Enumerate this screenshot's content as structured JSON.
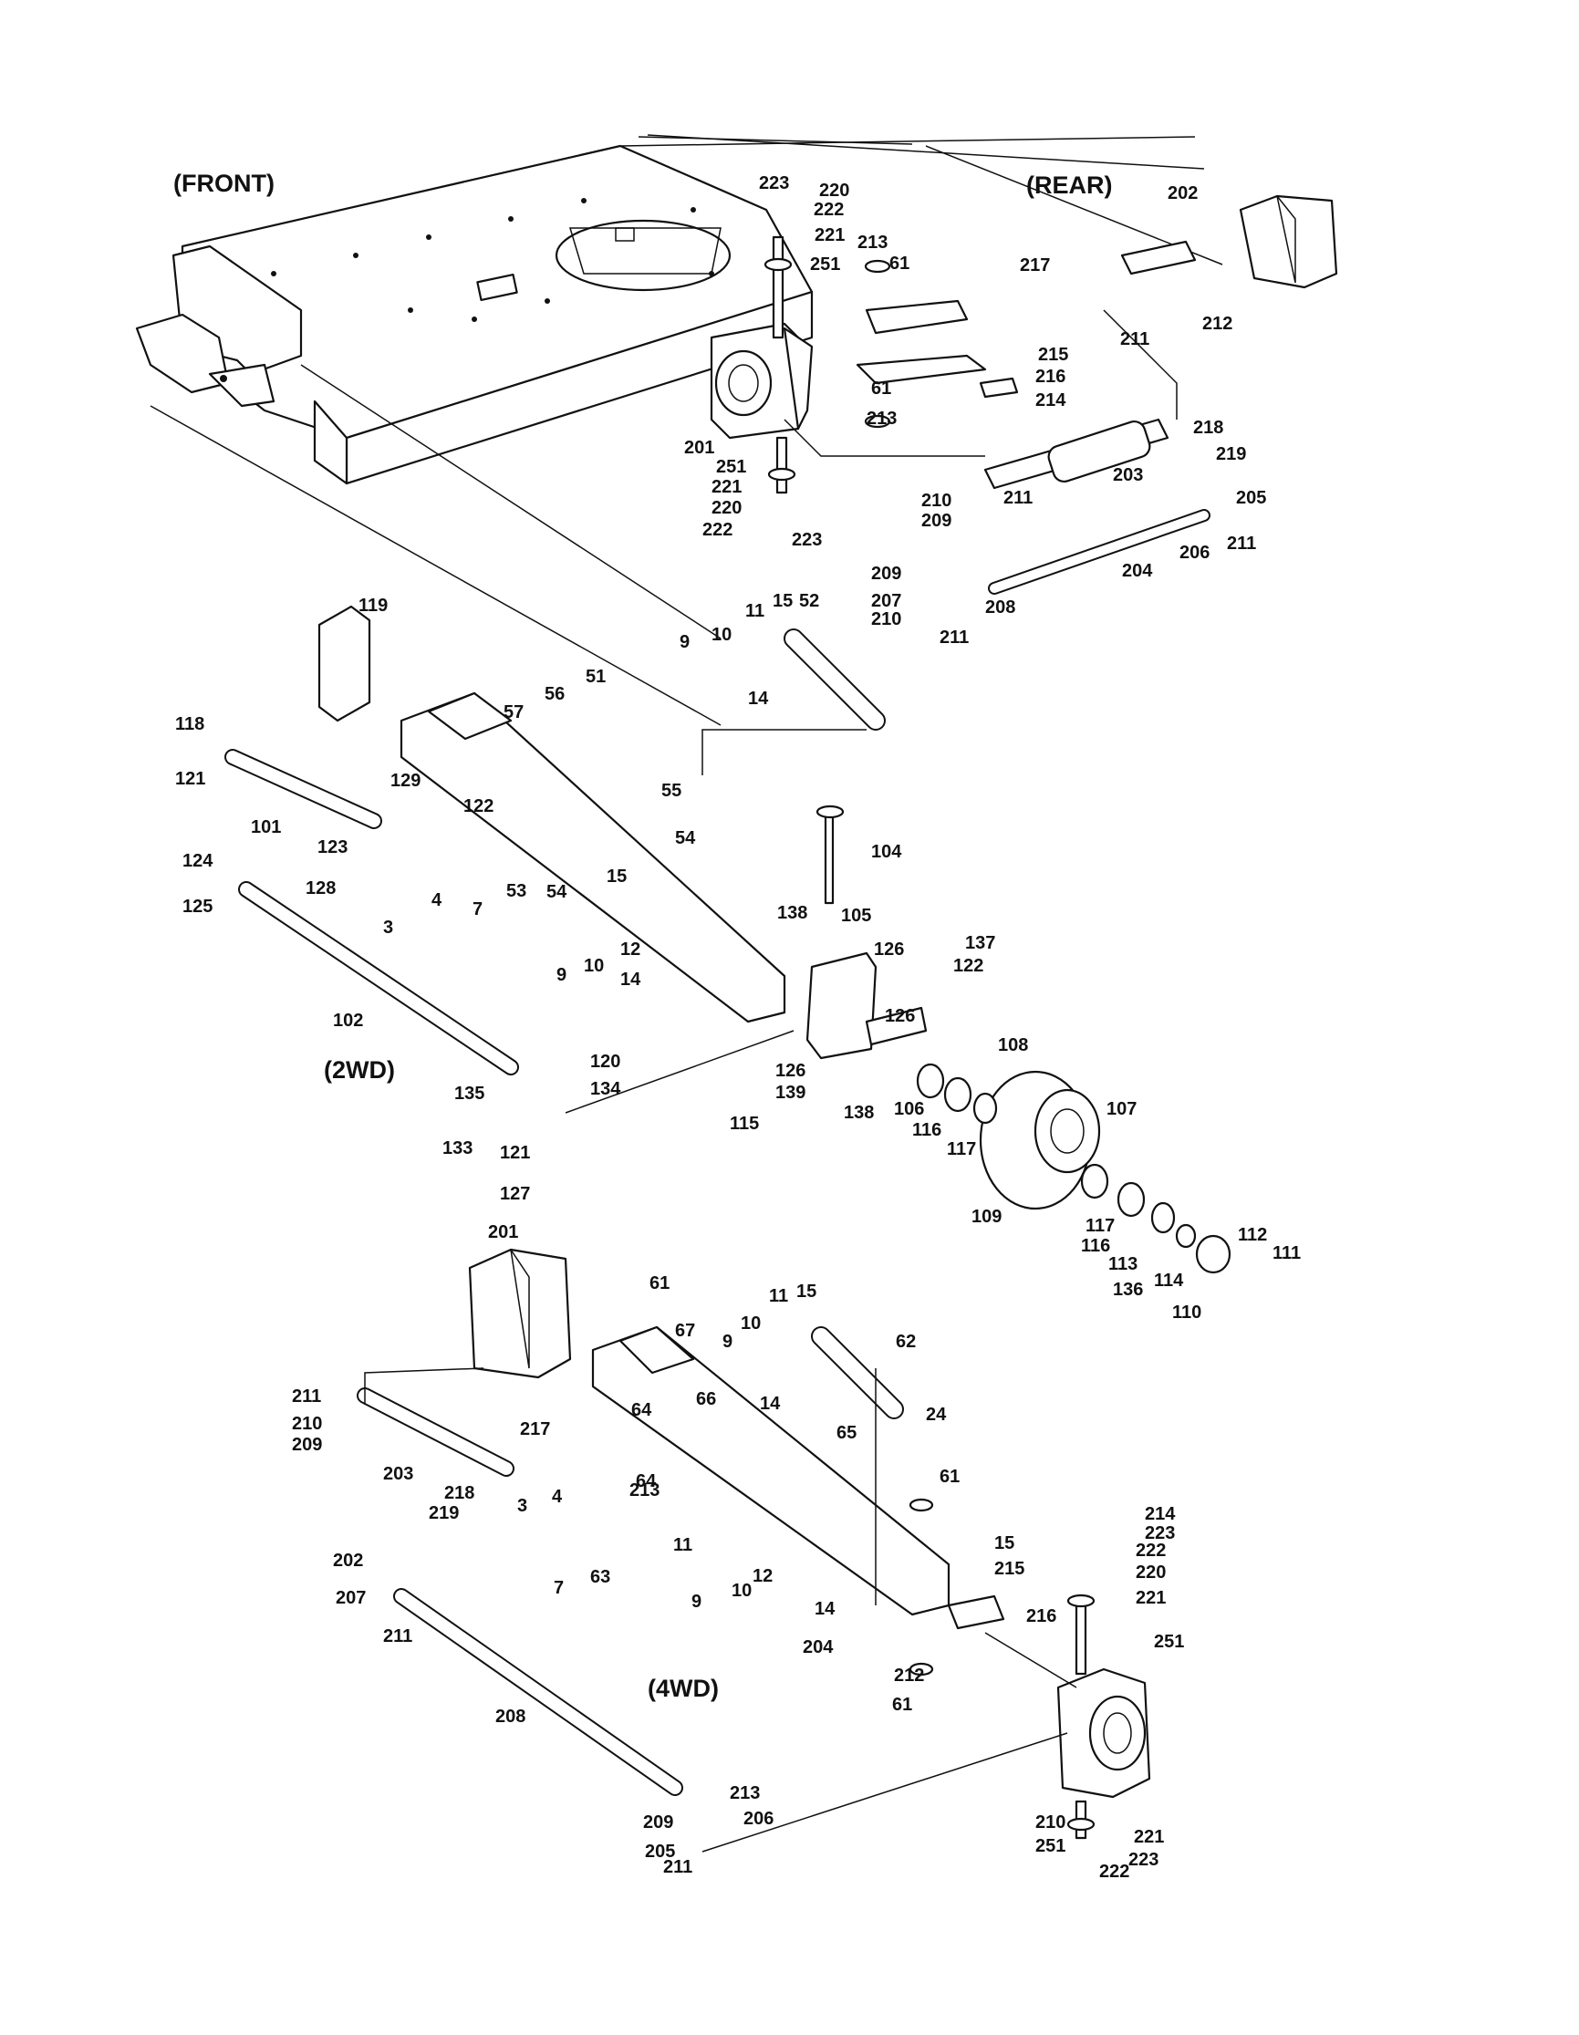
{
  "headers": {
    "front": "(FRONT)",
    "rear": "(REAR)",
    "twowd": "(2WD)",
    "fourwd": "(4WD)"
  },
  "callouts": [
    "223",
    "220",
    "222",
    "221",
    "251",
    "213",
    "61",
    "202",
    "217",
    "212",
    "211",
    "215",
    "216",
    "214",
    "61",
    "213",
    "201",
    "251",
    "221",
    "220",
    "222",
    "223",
    "218",
    "219",
    "211",
    "203",
    "210",
    "209",
    "205",
    "204",
    "206",
    "211",
    "209",
    "207",
    "210",
    "211",
    "208",
    "119",
    "118",
    "121",
    "101",
    "129",
    "123",
    "128",
    "124",
    "125",
    "102",
    "9",
    "10",
    "11",
    "15",
    "52",
    "14",
    "57",
    "56",
    "51",
    "55",
    "122",
    "54",
    "53",
    "54",
    "4",
    "7",
    "3",
    "15",
    "12",
    "10",
    "9",
    "14",
    "104",
    "138",
    "105",
    "126",
    "137",
    "122",
    "126",
    "108",
    "126",
    "139",
    "138",
    "115",
    "106",
    "116",
    "117",
    "107",
    "109",
    "117",
    "116",
    "113",
    "112",
    "111",
    "136",
    "114",
    "110",
    "135",
    "120",
    "134",
    "133",
    "121",
    "127",
    "201",
    "61",
    "67",
    "66",
    "11",
    "15",
    "10",
    "9",
    "14",
    "62",
    "24",
    "211",
    "210",
    "209",
    "217",
    "203",
    "218",
    "219",
    "64",
    "65",
    "213",
    "61",
    "4",
    "3",
    "64",
    "7",
    "63",
    "11",
    "9",
    "10",
    "12",
    "14",
    "15",
    "215",
    "216",
    "214",
    "223",
    "222",
    "220",
    "221",
    "251",
    "202",
    "207",
    "211",
    "208",
    "204",
    "212",
    "61",
    "213",
    "209",
    "206",
    "205",
    "211",
    "210",
    "251",
    "221",
    "223",
    "222",
    "220"
  ]
}
